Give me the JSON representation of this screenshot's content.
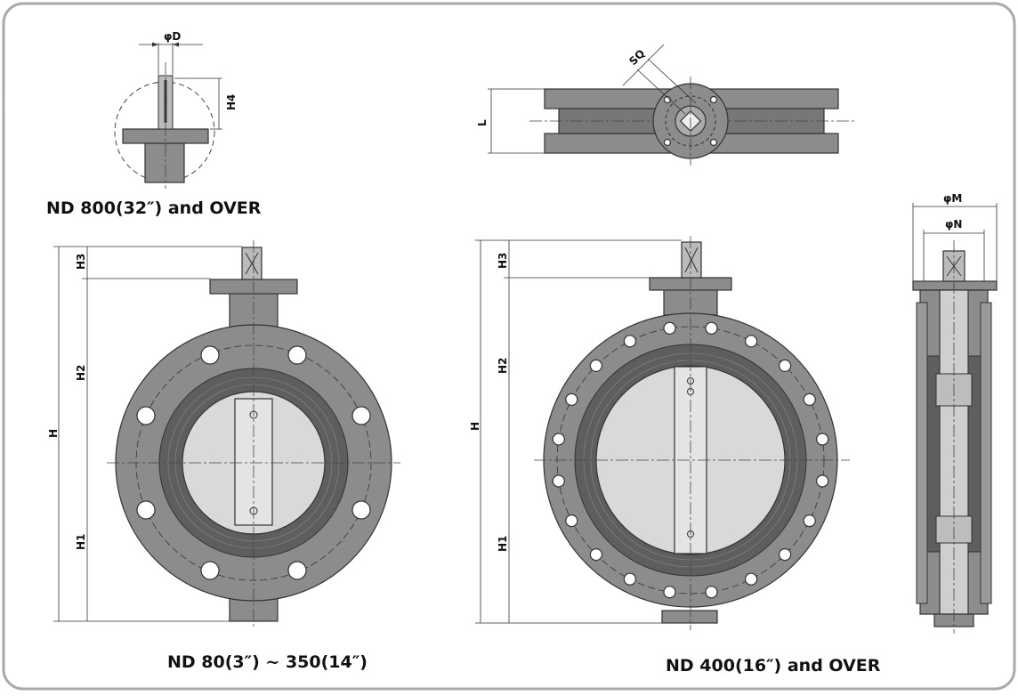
{
  "captions": {
    "detail": "ND 800(32″) and OVER",
    "small": "ND 80(3″) ~ 350(14″)",
    "large": "ND 400(16″) and OVER"
  },
  "labels": {
    "phi_d": "φD",
    "h4": "H4",
    "sq": "SQ",
    "l": "L",
    "phi_m": "φM",
    "phi_n": "φN",
    "h": "H",
    "h1": "H1",
    "h2": "H2",
    "h3": "H3"
  },
  "colors": {
    "frame": "#aaaaaa",
    "metal": "#8c8c8c",
    "rubber": "#5e5e5e",
    "bore": "#d9d9d9"
  }
}
